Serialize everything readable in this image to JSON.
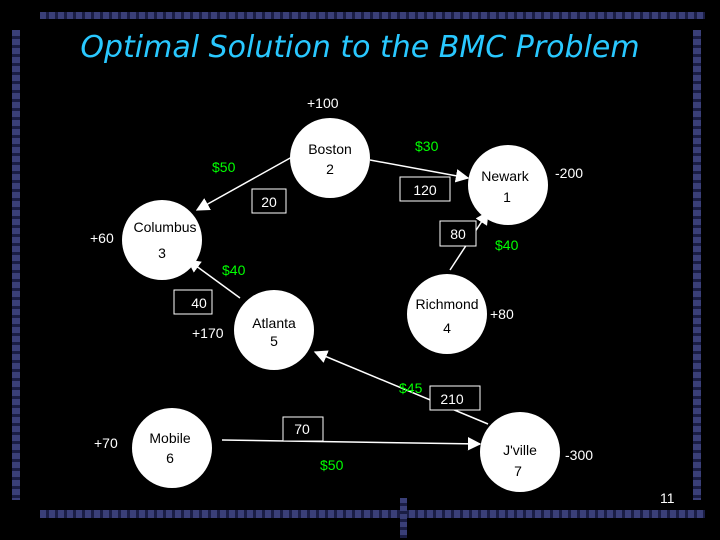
{
  "title": "Optimal Solution to the BMC Problem",
  "page_number": "11",
  "colors": {
    "node": "#ffffff",
    "node_text": "#000000",
    "label": "#ffffff",
    "cost": "#00ff00",
    "title": "#29c8ff"
  },
  "nodes": [
    {
      "id": "boston",
      "name": "Boston",
      "num": "2",
      "supply": "+100"
    },
    {
      "id": "newark",
      "name": "Newark",
      "num": "1",
      "supply": "-200"
    },
    {
      "id": "columbus",
      "name": "Columbus",
      "num": "3",
      "supply": "+60"
    },
    {
      "id": "richmond",
      "name": "Richmond",
      "num": "4",
      "supply": "+80"
    },
    {
      "id": "atlanta",
      "name": "Atlanta",
      "num": "5",
      "supply": "+170"
    },
    {
      "id": "mobile",
      "name": "Mobile",
      "num": "6",
      "supply": "+70"
    },
    {
      "id": "jville",
      "name": "J'ville",
      "num": "7",
      "supply": "-300"
    }
  ],
  "arcs": [
    {
      "id": "boston-columbus",
      "cost": "$50",
      "flow": "20"
    },
    {
      "id": "boston-newark",
      "cost": "$30",
      "flow": "120"
    },
    {
      "id": "richmond-newark",
      "cost": "$40",
      "flow": "80"
    },
    {
      "id": "atlanta-columbus",
      "cost": "$40",
      "flow": "40"
    },
    {
      "id": "jville-atlanta",
      "cost": "$45",
      "flow": "210"
    },
    {
      "id": "mobile-jville",
      "cost": "$50",
      "flow": "70"
    }
  ]
}
